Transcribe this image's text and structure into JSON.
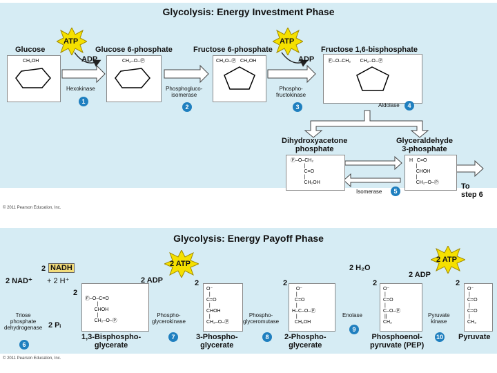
{
  "investment": {
    "title": "Glycolysis: Energy Investment Phase",
    "molecules": [
      "Glucose",
      "Glucose 6-phosphate",
      "Fructose 6-phosphate",
      "Fructose 1,6-bisphosphate"
    ],
    "atp": "ATP",
    "adp": "ADP",
    "enzymes": [
      "Hexokinase",
      "Phosphogluco-\nisomerase",
      "Phospho-\nfructokinase",
      "Aldolase",
      "Isomerase"
    ],
    "steps": [
      "1",
      "2",
      "3",
      "4",
      "5"
    ],
    "dhap": "Dihydroxyacetone\nphosphate",
    "g3p": "Glyceraldehyde\n3-phosphate",
    "to_step": "To\nstep 6",
    "copyright": "© 2011 Pearson Education, Inc."
  },
  "payoff": {
    "title": "Glycolysis: Energy Payoff Phase",
    "nadh": "NADH",
    "nad": "2 NAD⁺",
    "h": "+ 2 H⁺",
    "pi": "2 Pᵢ",
    "atp": "2 ATP",
    "adp": "2 ADP",
    "water": "2 H₂O",
    "enzymes": [
      "Triose\nphosphate\ndehydrogenase",
      "Phospho-\nglycerokinase",
      "Phospho-\nglyceromutase",
      "Enolase",
      "Pyruvate\nkinase"
    ],
    "molecules": [
      "1,3-Bisphospho-\nglycerate",
      "3-Phospho-\nglycerate",
      "2-Phospho-\nglycerate",
      "Phosphoenol-\npyruvate (PEP)",
      "Pyruvate"
    ],
    "steps": [
      "6",
      "7",
      "8",
      "9",
      "10"
    ],
    "copyright": "© 2011 Pearson Education, Inc."
  },
  "colors": {
    "panel": "#d6ecf4",
    "atp_burst": "#f5e000",
    "step_circle": "#1f7fbf",
    "arrow": "#ffffff"
  }
}
